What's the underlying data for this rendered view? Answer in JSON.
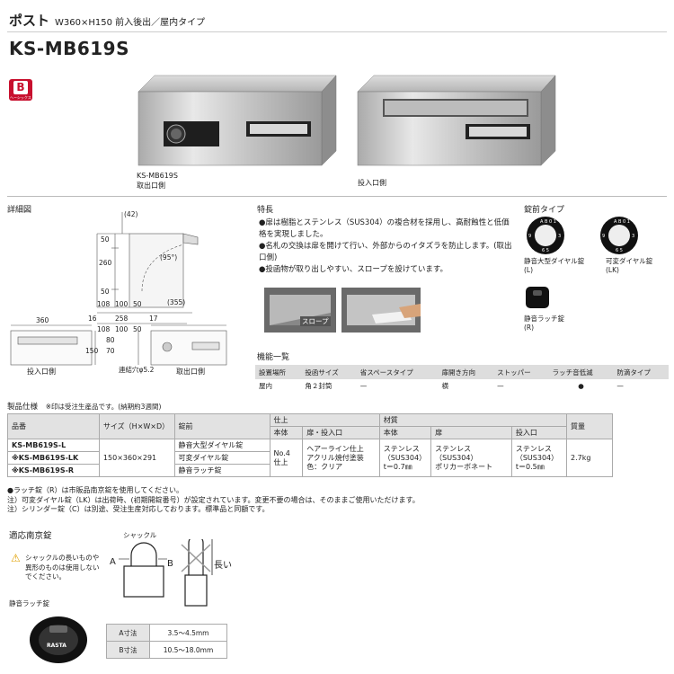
{
  "header": {
    "category": "ポスト",
    "spec": "W360×H150 前入後出／屋内タイプ",
    "model": "KS-MB619S"
  },
  "logo": {
    "letter": "B",
    "text": "ヘーシックス"
  },
  "photos": {
    "caption_left_1": "KS-MB619S",
    "caption_left_2": "取出口側",
    "caption_right": "投入口側"
  },
  "drawing": {
    "title": "詳細図",
    "dims": {
      "d42": "(42)",
      "d50a": "50",
      "d260": "260",
      "d50b": "50",
      "d95": "(95°)",
      "d355": "(355)",
      "d108a": "108",
      "d100a": "100",
      "d50c": "50",
      "d360": "360",
      "d16": "16",
      "d258": "258",
      "d17": "17",
      "d108b": "108",
      "d100b": "100",
      "d50d": "50",
      "d150": "150",
      "d80": "80",
      "d70": "70",
      "hole": "連結穴φ5.2"
    },
    "label_front": "投入口側",
    "label_back": "取出口側"
  },
  "features": {
    "title": "特長",
    "items": [
      "●扉は樹脂とステンレス（SUS304）の複合材を採用し、高耐蝕性と低価格を実現しました。",
      "●名札の交換は扉を開けて行い、外部からのイタズラを防止します。(取出口側)",
      "●投函物が取り出しやすい、スロープを設けています。"
    ],
    "slope_label": "スロープ"
  },
  "locks": {
    "title": "錠前タイプ",
    "large_dial": "静音大型ダイヤル錠",
    "large_dial_code": "(L)",
    "var_dial": "可変ダイヤル錠",
    "var_dial_code": "(LK)",
    "latch": "静音ラッチ錠",
    "latch_code": "(R)"
  },
  "functions": {
    "title": "機能一覧",
    "headers": [
      "設置場所",
      "投函サイズ",
      "省スペースタイプ",
      "扉開き方向",
      "ストッパー",
      "ラッチ音低減",
      "防滴タイプ"
    ],
    "values": [
      "屋内",
      "角２封筒",
      "—",
      "横",
      "—",
      "●",
      "—"
    ]
  },
  "specs": {
    "title": "製品仕様",
    "note": "※印は受注生産品です。(納期約3週間)",
    "h_part": "品番",
    "h_size": "サイズ（H×W×D）",
    "h_lock": "錠前",
    "h_finish": "仕上",
    "h_body": "本体",
    "h_door_in": "扉・投入口",
    "h_material": "材質",
    "h_mbody": "本体",
    "h_mdoor": "扉",
    "h_inlet": "投入口",
    "h_weight": "質量",
    "rows": [
      {
        "part": "KS-MB619S-L",
        "lock": "静音大型ダイヤル錠"
      },
      {
        "part": "※KS-MB619S-LK",
        "lock": "可変ダイヤル錠"
      },
      {
        "part": "※KS-MB619S-R",
        "lock": "静音ラッチ錠"
      }
    ],
    "size": "150×360×291",
    "finish_body": "No.4 仕上",
    "finish_door_1": "ヘアーライン仕上",
    "finish_door_2": "アクリル焼付塗装",
    "finish_door_3": "色：クリア",
    "mat_body_1": "ステンレス",
    "mat_body_2": "（SUS304）",
    "mat_body_3": "t＝0.7㎜",
    "mat_door_1": "ステンレス",
    "mat_door_2": "（SUS304）",
    "mat_door_3": "ポリカーボネート",
    "mat_inlet_1": "ステンレス",
    "mat_inlet_2": "（SUS304）",
    "mat_inlet_3": "t＝0.5㎜",
    "weight": "2.7kg"
  },
  "notes": [
    "●ラッチ錠（R）は市販品南京錠を使用してください。",
    "注）可変ダイヤル錠（LK）は出荷時、(初期開錠番号）が設定されています。変更不要の場合は、そのままご使用いただけます。",
    "注）シリンダー錠（C）は別途、受注生産対応しております。標準品と同額です。"
  ],
  "padlock": {
    "title": "適応南京錠",
    "warning": "シャックルの長いものや異形のものは使用しないでください。",
    "shackle": "シャックル",
    "a": "A",
    "b": "B",
    "long": "長い",
    "latch_label": "静音ラッチ錠",
    "brand": "RASTA",
    "a_label": "A寸法",
    "a_value": "3.5～4.5mm",
    "b_label": "B寸法",
    "b_value": "10.5～18.0mm"
  },
  "colors": {
    "accent": "#c8102e",
    "steel": "#c9c9c9"
  }
}
